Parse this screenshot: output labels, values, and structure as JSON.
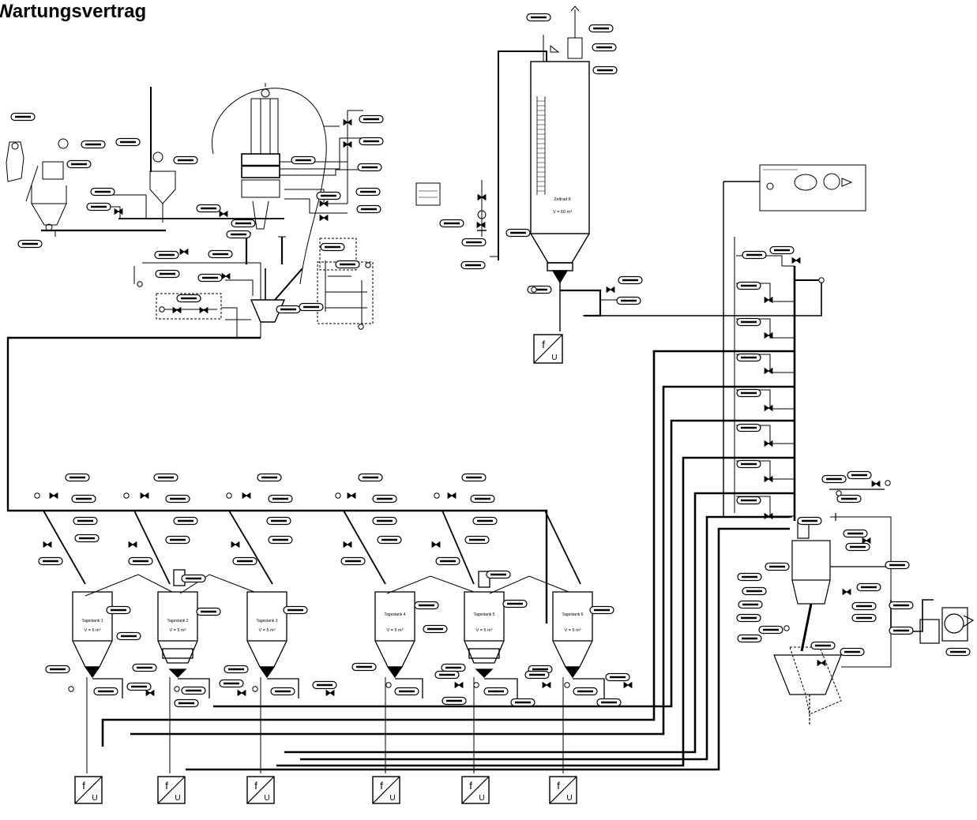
{
  "page": {
    "title": "Wartungsvertrag"
  },
  "diagram": {
    "type": "process-flow-diagram",
    "tanks": [
      {
        "id": "storage-tank",
        "label": "Zellrad 8",
        "volume": "V = 60 m³"
      },
      {
        "id": "tank-1",
        "label": "Tagestank 1",
        "volume": "V = 5 m³"
      },
      {
        "id": "tank-2",
        "label": "Tagestank 2",
        "volume": "V = 5 m³"
      },
      {
        "id": "tank-3",
        "label": "Tagestank 3",
        "volume": "V = 5 m³"
      },
      {
        "id": "tank-4",
        "label": "Tagestank 4",
        "volume": "V = 5 m³"
      },
      {
        "id": "tank-5",
        "label": "Tagestank 5",
        "volume": "V = 5 m³"
      },
      {
        "id": "tank-6",
        "label": "Tagestank 6",
        "volume": "V = 5 m³"
      }
    ],
    "converters": [
      {
        "id": "fu-1",
        "symbol_top": "f",
        "symbol_bottom": "U"
      },
      {
        "id": "fu-2",
        "symbol_top": "f",
        "symbol_bottom": "U"
      },
      {
        "id": "fu-3",
        "symbol_top": "f",
        "symbol_bottom": "U"
      },
      {
        "id": "fu-4",
        "symbol_top": "f",
        "symbol_bottom": "U"
      },
      {
        "id": "fu-5",
        "symbol_top": "f",
        "symbol_bottom": "U"
      },
      {
        "id": "fu-6",
        "symbol_top": "f",
        "symbol_bottom": "U"
      },
      {
        "id": "fu-7",
        "symbol_top": "f",
        "symbol_bottom": "U"
      }
    ]
  }
}
